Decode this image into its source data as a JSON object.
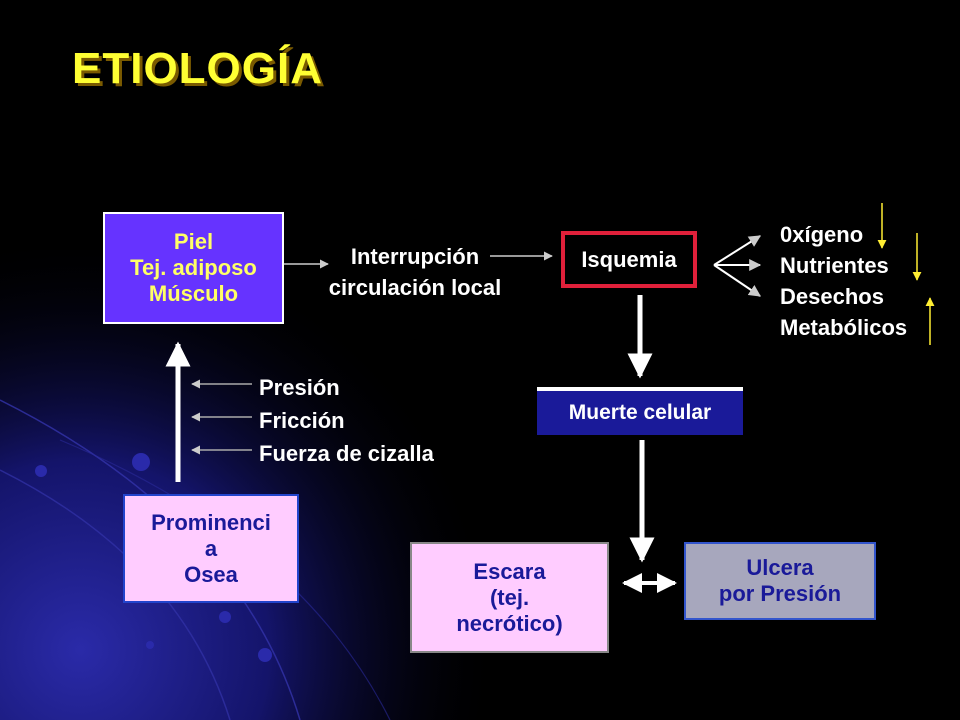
{
  "title": "ETIOLOGÍA",
  "nodes": {
    "piel": [
      "Piel",
      "Tej. adiposo",
      "Músculo"
    ],
    "interrupcion": [
      "Interrupción",
      "circulación local"
    ],
    "isquemia": "Isquemia",
    "factores": [
      "0xígeno",
      "Nutrientes",
      "Desechos",
      "Metabólicos"
    ],
    "fuerzas": [
      "Presión",
      "Fricción",
      "Fuerza de cizalla"
    ],
    "muerte": "Muerte celular",
    "prominencia": [
      "Prominenci",
      "a",
      "Osea"
    ],
    "escara": [
      "Escara",
      "(tej.",
      "necrótico)"
    ],
    "ulcera": [
      "Ulcera",
      "por Presión"
    ]
  },
  "colors": {
    "title": "#ffff33",
    "piel_box": "#6633ff",
    "isquemia_border": "#e0203a",
    "muerte_box": "#1a1a99",
    "pink_box": "#ffccff",
    "ulcera_box": "#a7a7bd"
  }
}
